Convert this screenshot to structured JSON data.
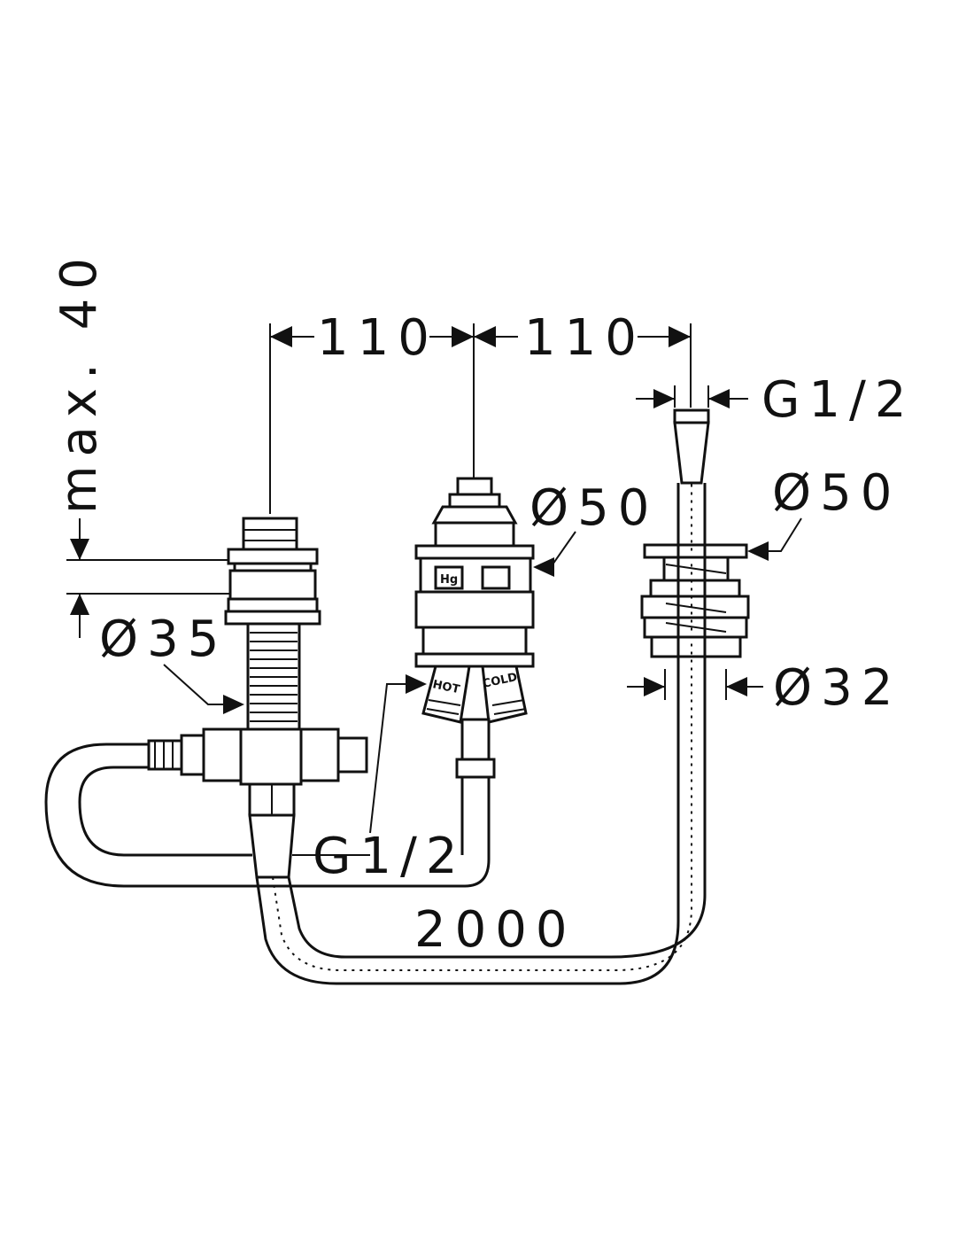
{
  "dimensions": {
    "spacing_left": "110",
    "spacing_right": "110",
    "max_depth": "max. 40",
    "thread_top": "G1/2",
    "thread_bottom": "G1/2",
    "dia_valve_left": "Ø35",
    "dia_valve_middle": "Ø50",
    "dia_flange_right": "Ø50",
    "dia_shank_right": "Ø32",
    "hose_length": "2000"
  },
  "valve_labels": {
    "hot": "HOT",
    "cold": "COLD",
    "brand_mark": "Hg"
  }
}
